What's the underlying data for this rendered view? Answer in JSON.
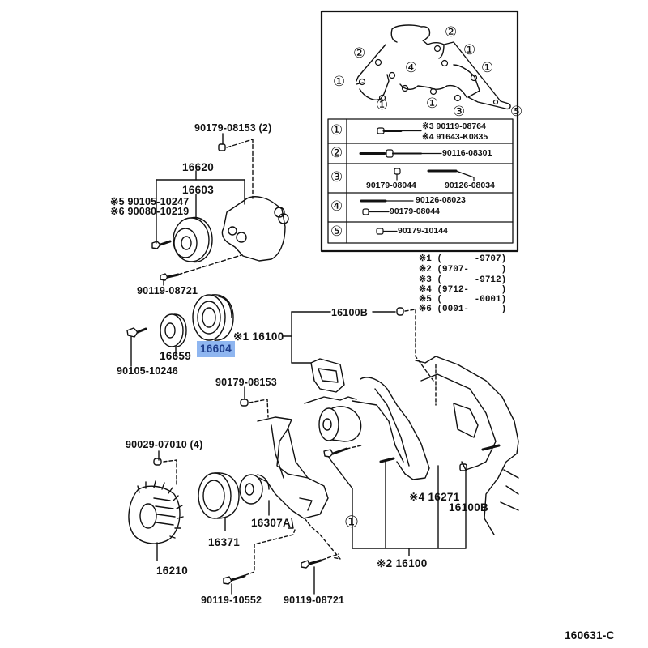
{
  "diagram": {
    "title_code": "160631-C",
    "highlight_color": "#8fb6f0",
    "inset": {
      "callout_markers": [
        "①",
        "②",
        "③",
        "④",
        "⑤"
      ],
      "map_markers": [
        {
          "id": "2a",
          "label": "②"
        },
        {
          "id": "2b",
          "label": "②"
        },
        {
          "id": "1a",
          "label": "①"
        },
        {
          "id": "1b",
          "label": "①"
        },
        {
          "id": "1c",
          "label": "①"
        },
        {
          "id": "1d",
          "label": "①"
        },
        {
          "id": "1e",
          "label": "①"
        },
        {
          "id": "4",
          "label": "④"
        },
        {
          "id": "3",
          "label": "③"
        },
        {
          "id": "5",
          "label": "⑤"
        }
      ],
      "table": [
        {
          "marker": "①",
          "parts": [
            "※3 90119-08764",
            "※4 91643-K0835"
          ]
        },
        {
          "marker": "②",
          "parts": [
            "90116-08301"
          ]
        },
        {
          "marker": "③",
          "parts": [
            "90179-08044",
            "90126-08034"
          ]
        },
        {
          "marker": "④",
          "parts": [
            "90126-08023",
            "90179-08044"
          ]
        },
        {
          "marker": "⑤",
          "parts": [
            "90179-10144"
          ]
        }
      ]
    },
    "date_notes": [
      "※1 (      -9707)",
      "※2 (9707-      )",
      "※3 (      -9712)",
      "※4 (9712-      )",
      "※5 (      -0001)",
      "※6 (0001-      )"
    ],
    "part_labels": {
      "p90179_08153_2": "90179-08153 (2)",
      "p16620": "16620",
      "p16603": "16603",
      "p90105_10247": "※5 90105-10247",
      "p90080_10219": "※6 90080-10219",
      "p90119_08721_top": "90119-08721",
      "p16604": "16604",
      "p16659": "16659",
      "p90105_10246": "90105-10246",
      "p16100_1": "※1 16100",
      "p16100B_top": "16100B",
      "p90179_08153": "90179-08153",
      "p90029_07010": "90029-07010 (4)",
      "p16307A": "16307A",
      "p16371": "16371",
      "p16210": "16210",
      "p90119_10552": "90119-10552",
      "p90119_08721_bottom": "90119-08721",
      "p16271": "※4 16271",
      "p16100B_bottom": "16100B",
      "p16100_2": "※2 16100",
      "circle_1": "①"
    }
  }
}
